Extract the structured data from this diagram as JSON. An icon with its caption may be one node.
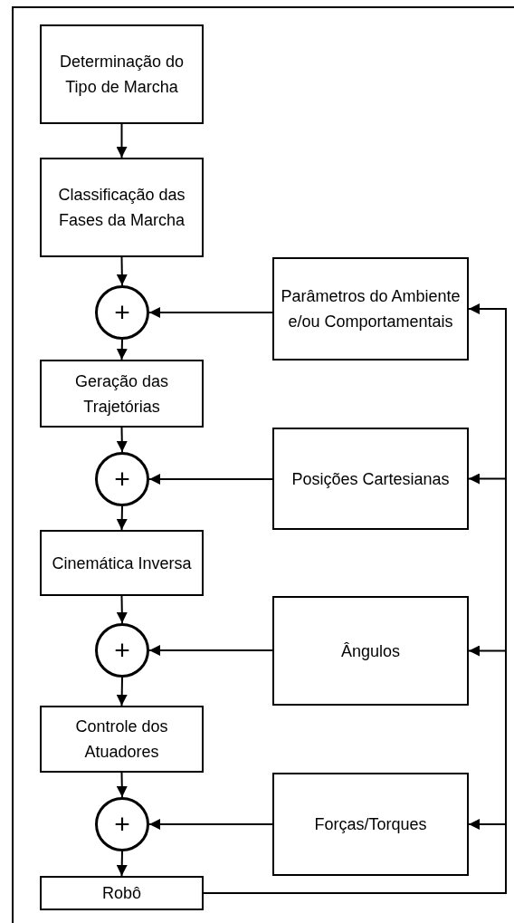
{
  "diagram": {
    "nodes": [
      {
        "text": [
          "Determinação do Tipo de Marcha"
        ]
      },
      {
        "text": [
          "Classificação das Fases da Marcha"
        ]
      },
      {
        "text": [
          "+"
        ]
      },
      {
        "text": [
          "Parâmetros do Ambiente e/ou Comportamentais"
        ]
      },
      {
        "text": [
          "Geração das Trajetórias"
        ]
      },
      {
        "text": [
          "+"
        ]
      },
      {
        "text": [
          "Posições Cartesianas"
        ]
      },
      {
        "text": [
          "Cinemática Inversa"
        ]
      },
      {
        "text": [
          "+"
        ]
      },
      {
        "text": [
          "Ângulos"
        ]
      },
      {
        "text": [
          "Controle dos Atuadores"
        ]
      },
      {
        "text": [
          "+"
        ]
      },
      {
        "text": [
          "Forças/Torques"
        ]
      },
      {
        "text": [
          "Robô"
        ]
      }
    ],
    "edges": [
      {
        "from": 0,
        "to": 1,
        "arrow": "to"
      },
      {
        "from": 1,
        "to": 2,
        "arrow": "to"
      },
      {
        "from": 3,
        "to": 2,
        "arrow": "to"
      },
      {
        "from": 2,
        "to": 4,
        "arrow": "to"
      },
      {
        "from": 4,
        "to": 5,
        "arrow": "to"
      },
      {
        "from": 6,
        "to": 5,
        "arrow": "to"
      },
      {
        "from": 5,
        "to": 7,
        "arrow": "to"
      },
      {
        "from": 7,
        "to": 8,
        "arrow": "to"
      },
      {
        "from": 9,
        "to": 8,
        "arrow": "to"
      },
      {
        "from": 8,
        "to": 10,
        "arrow": "to"
      },
      {
        "from": 10,
        "to": 11,
        "arrow": "to"
      },
      {
        "from": 12,
        "to": 11,
        "arrow": "to"
      },
      {
        "from": 11,
        "to": 13,
        "arrow": "to"
      },
      {
        "from": 13,
        "to": 3,
        "arrow": "to"
      },
      {
        "from": 13,
        "to": 6,
        "arrow": "to"
      },
      {
        "from": 13,
        "to": 9,
        "arrow": "to"
      },
      {
        "from": 13,
        "to": 12,
        "arrow": "to"
      }
    ]
  }
}
